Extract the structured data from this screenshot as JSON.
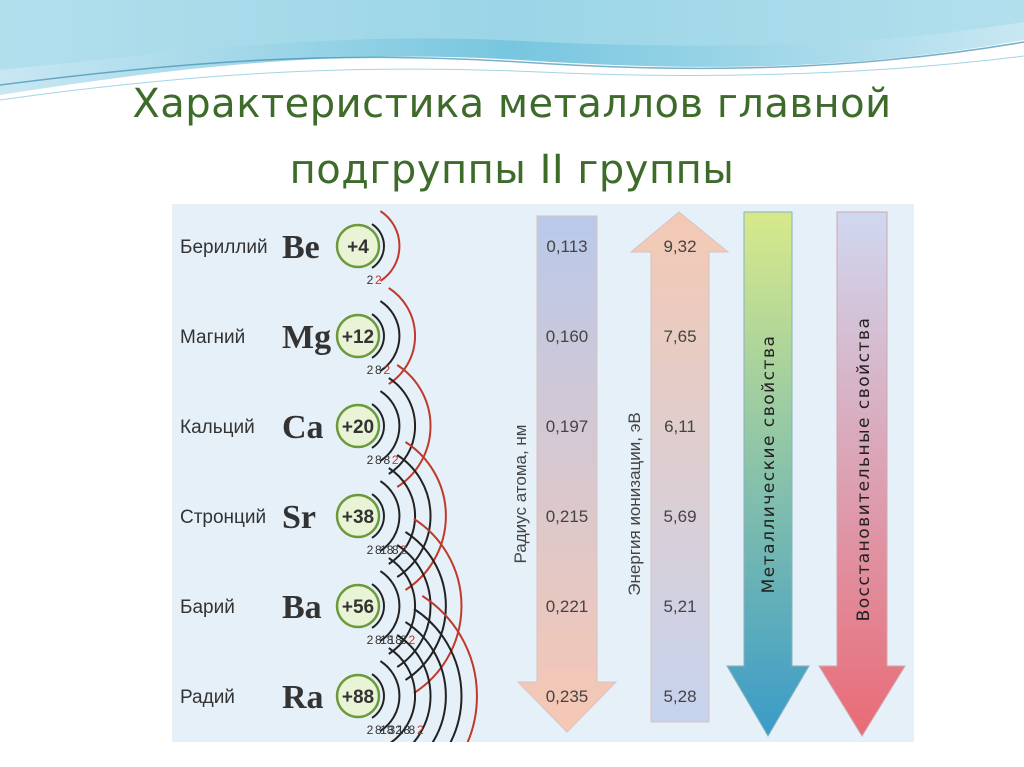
{
  "title": {
    "line1": "Характеристика металлов главной",
    "line2": "подгруппы II группы"
  },
  "elements": [
    {
      "name": "Бериллий",
      "symbol": "Be",
      "charge": "+4",
      "shells": [
        "2",
        "2"
      ],
      "radius": "0,113",
      "ionization": "9,32"
    },
    {
      "name": "Магний",
      "symbol": "Mg",
      "charge": "+12",
      "shells": [
        "2",
        "8",
        "2"
      ],
      "radius": "0,160",
      "ionization": "7,65"
    },
    {
      "name": "Кальций",
      "symbol": "Ca",
      "charge": "+20",
      "shells": [
        "2",
        "8",
        "8",
        "2"
      ],
      "radius": "0,197",
      "ionization": "6,11"
    },
    {
      "name": "Стронций",
      "symbol": "Sr",
      "charge": "+38",
      "shells": [
        "2",
        "8",
        "18",
        "8",
        "2"
      ],
      "radius": "0,215",
      "ionization": "5,69"
    },
    {
      "name": "Барий",
      "symbol": "Ba",
      "charge": "+56",
      "shells": [
        "2",
        "8",
        "18",
        "18",
        "8",
        "2"
      ],
      "radius": "0,221",
      "ionization": "5,21"
    },
    {
      "name": "Радий",
      "symbol": "Ra",
      "charge": "+88",
      "shells": [
        "2",
        "8",
        "18",
        "32",
        "18",
        "8",
        "2"
      ],
      "radius": "0,235",
      "ionization": "5,28"
    }
  ],
  "arrows": {
    "radius_label": "Радиус атома, нм",
    "ionization_label": "Энергия ионизации, эВ",
    "metallic_label": "Металлические свойства",
    "reducing_label": "Восстановительные свойства"
  },
  "colors": {
    "title": "#3d6b2a",
    "panel": "#e6f0f9",
    "nucleus_fill": "#e9f3d6",
    "nucleus_stroke": "#6c9a3a",
    "outer_shell": "#c0392b",
    "radius_arrow_top": "#b9c9ea",
    "radius_arrow_bottom": "#f7c7b3",
    "ionization_arrow_top": "#f4c9b4",
    "ionization_arrow_bottom": "#c6d3ee",
    "metallic_arrow_top": "#d7e98a",
    "metallic_arrow_bottom": "#3a9bc9",
    "reducing_arrow_top": "#cfd8f0",
    "reducing_arrow_bottom": "#e96b76"
  }
}
